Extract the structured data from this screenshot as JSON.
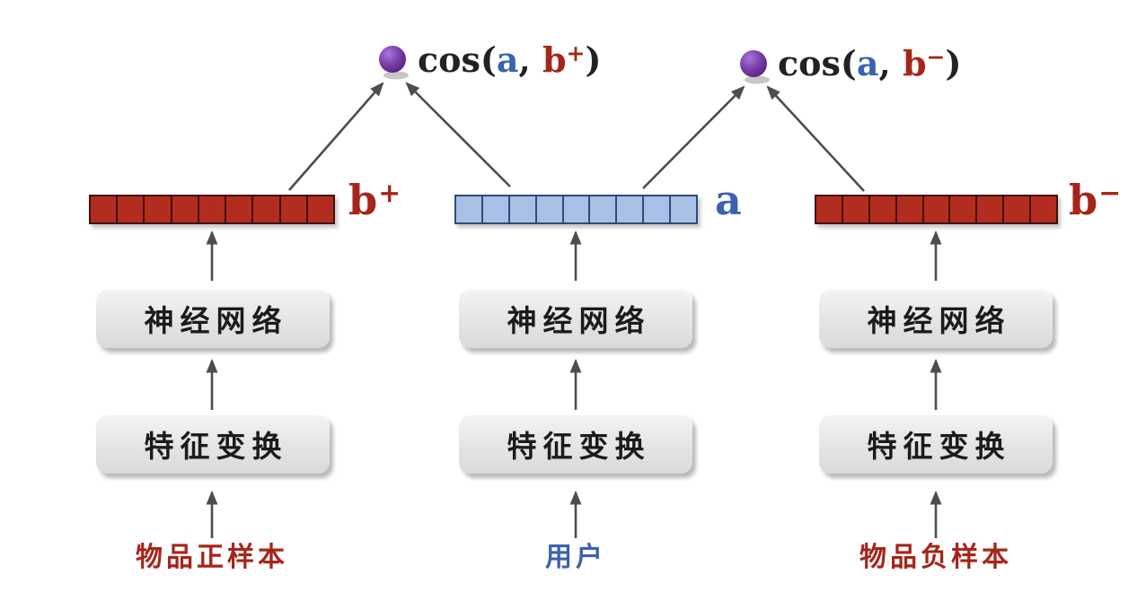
{
  "diagram_title": "two-tower-cosine-similarity-model",
  "colors": {
    "item_vector_fill": "#b22d1f",
    "item_vector_border": "#43100a",
    "item_text_red": "#a6251a",
    "user_vector_fill": "#a9c0e6",
    "user_vector_border": "#31497c",
    "user_text_blue": "#3a62ae",
    "score_node_purple": "#7b3fa8",
    "arrow_gray": "#4d4d4d",
    "box_fill": "#e3e5e7",
    "box_text": "#1b1b1b",
    "background": "#ffffff"
  },
  "scores": [
    {
      "id": "cos-positive",
      "func": "cos(",
      "user_arg": "a",
      "sep": ", ",
      "item_arg": "b",
      "sign": "+",
      "close": ")"
    },
    {
      "id": "cos-negative",
      "func": "cos(",
      "user_arg": "a",
      "sep": ", ",
      "item_arg": "b",
      "sign": "−",
      "close": ")"
    }
  ],
  "columns": [
    {
      "id": "item-positive",
      "input_label": "物品正样本",
      "layers": [
        "特征变换",
        "神经网络"
      ],
      "vector": {
        "label": "b",
        "sign": "+",
        "segments": 9,
        "palette": "item"
      }
    },
    {
      "id": "user",
      "input_label": "用户",
      "layers": [
        "特征变换",
        "神经网络"
      ],
      "vector": {
        "label": "a",
        "sign": "",
        "segments": 9,
        "palette": "user"
      }
    },
    {
      "id": "item-negative",
      "input_label": "物品负样本",
      "layers": [
        "特征变换",
        "神经网络"
      ],
      "vector": {
        "label": "b",
        "sign": "−",
        "segments": 9,
        "palette": "item"
      }
    }
  ]
}
